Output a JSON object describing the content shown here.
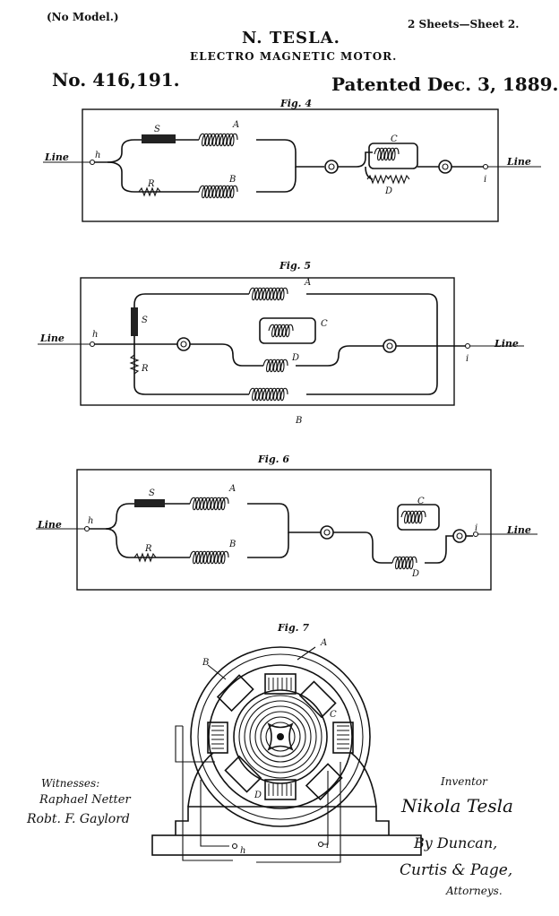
{
  "header": {
    "no_model": "(No Model.)",
    "sheets": "2 Sheets—Sheet 2.",
    "inventor": "N. TESLA.",
    "title": "ELECTRO MAGNETIC MOTOR.",
    "patent_no": "No. 416,191.",
    "patented": "Patented Dec. 3, 1889."
  },
  "fig4": {
    "label": "Fig. 4",
    "line_left": "Line",
    "line_right": "Line",
    "h": "h",
    "i": "i",
    "S": "S",
    "A": "A",
    "R": "R",
    "B": "B",
    "C": "C",
    "D": "D"
  },
  "fig5": {
    "label": "Fig. 5",
    "line_left": "Line",
    "line_right": "Line",
    "h": "h",
    "i": "i",
    "S": "S",
    "R": "R",
    "A": "A",
    "C": "C",
    "D": "D",
    "B": "B"
  },
  "fig6": {
    "label": "Fig. 6",
    "line_left": "Line",
    "line_right": "Line",
    "h": "h",
    "i": "i",
    "S": "S",
    "A": "A",
    "R": "R",
    "B": "B",
    "C": "C",
    "D": "D"
  },
  "fig7": {
    "label": "Fig. 7",
    "A": "A",
    "B": "B",
    "C": "C",
    "D": "D",
    "h": "h",
    "i": "i"
  },
  "signatures": {
    "witnesses_label": "Witnesses:",
    "witness_1": "Raphael Netter",
    "witness_2": "Robt. F. Gaylord",
    "inventor_label": "Inventor",
    "inventor_signature": "Nikola Tesla",
    "by": "By Duncan,",
    "attorneys_names": "Curtis & Page,",
    "attorneys_label": "Attorneys."
  }
}
